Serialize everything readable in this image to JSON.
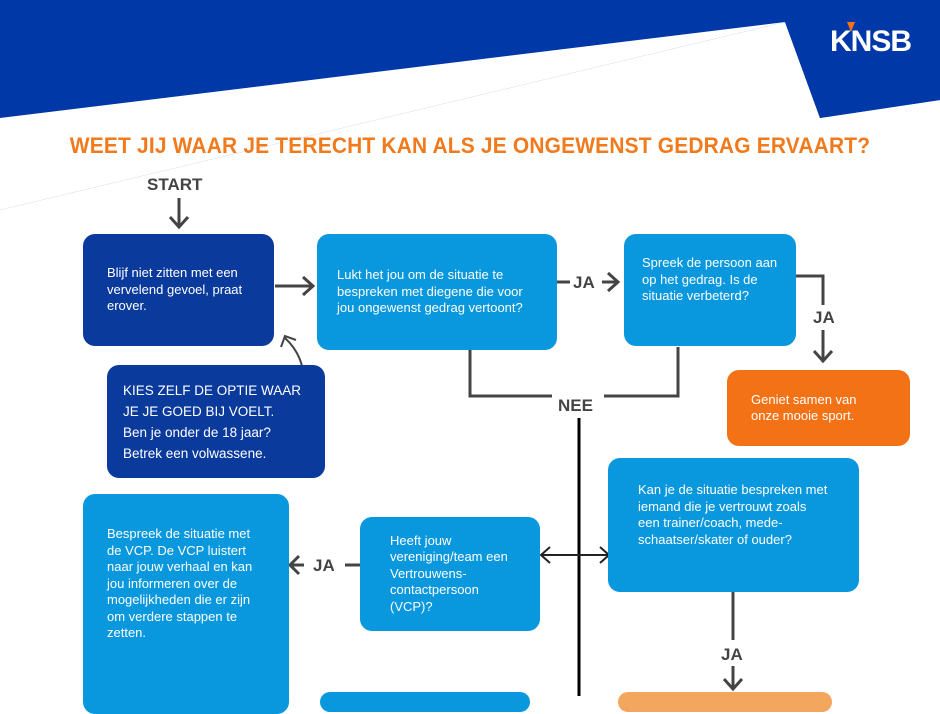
{
  "logo": {
    "text": "KNSB"
  },
  "title": "WEET JIJ WAAR JE TERECHT KAN ALS JE ONGEWENST GEDRAG ERVAART?",
  "labels": {
    "start": "START",
    "ja": "JA",
    "nee": "NEE"
  },
  "boxes": {
    "start": "Blijf niet zitten met een vervelend gevoel, praat erover.",
    "bespreken": "Lukt het jou om de situatie te bespreken met diegene die voor jou ongewenst gedrag vertoont?",
    "aanspreken": "Spreek de persoon aan op het gedrag. Is de situatie verbeterd?",
    "geniet": "Geniet samen van onze mooie sport.",
    "kies_title": "KIES ZELF DE OPTIE WAAR JE JE GOED BIJ VOELT.",
    "kies_body": "Ben je onder de 18 jaar? Betrek een volwassene.",
    "vertrouwt": "Kan je de situatie bespreken met iemand die je vertrouwt zoals een trainer/coach, mede-schaatser/skater of ouder?",
    "vcp_vraag": "Heeft jouw vereniging/team een Vertrouwens-contactpersoon (VCP)?",
    "vcp": "Bespreek de situatie met de VCP. De VCP luistert naar jouw verhaal en kan jou informeren over de mogelijkheden die er zijn om verdere stappen te zetten."
  },
  "colors": {
    "navy": "#0038a8",
    "dark_box": "#0a3a9c",
    "light_box": "#0997dd",
    "orange": "#f47216"
  }
}
